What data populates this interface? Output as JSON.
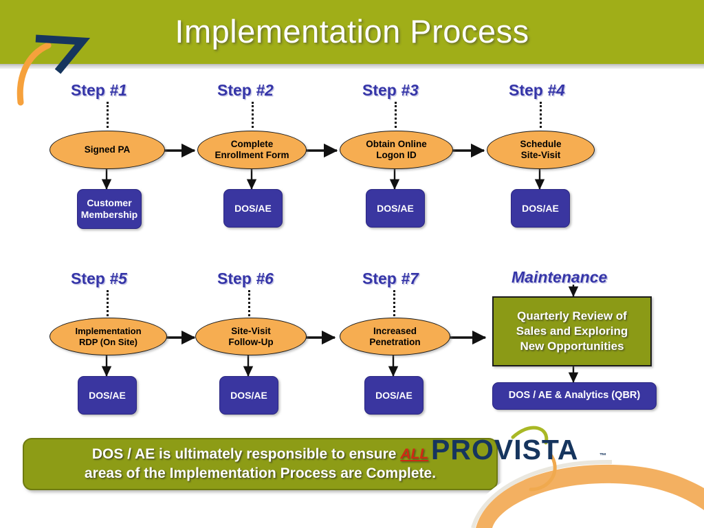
{
  "header": {
    "title": "Implementation Process",
    "logo_icon": "provista-chevron-logo",
    "band_color": "#a0ae18",
    "title_color": "#ffffff"
  },
  "theme": {
    "olive": "#a0ae18",
    "olive_dark": "#8b9a16",
    "orange": "#f6ad51",
    "blue": "#3a36a0",
    "label_blue": "#3535a8",
    "alert_red": "#cf2a14",
    "brand_navy": "#16355e"
  },
  "flow": {
    "steps": [
      {
        "label_prefix": "Step ",
        "label_num": "#1",
        "process": "Signed PA",
        "owner": "Customer\nMembership",
        "owner_line1": "Customer",
        "owner_line2": "Membership"
      },
      {
        "label_prefix": "Step ",
        "label_num": "#2",
        "process_line1": "Complete",
        "process_line2": "Enrollment Form",
        "owner_line1": "DOS/AE",
        "owner_line2": ""
      },
      {
        "label_prefix": "Step ",
        "label_num": "#3",
        "process_line1": "Obtain Online",
        "process_line2": "Logon ID",
        "owner_line1": "DOS/AE",
        "owner_line2": ""
      },
      {
        "label_prefix": "Step ",
        "label_num": "#4",
        "process_line1": "Schedule",
        "process_line2": "Site-Visit",
        "owner_line1": "DOS/AE",
        "owner_line2": ""
      },
      {
        "label_prefix": "Step ",
        "label_num": "#5",
        "process_line1": "Implementation",
        "process_line2": "RDP (On Site)",
        "owner_line1": "DOS/AE",
        "owner_line2": ""
      },
      {
        "label_prefix": "Step ",
        "label_num": "#6",
        "process_line1": "Site-Visit",
        "process_line2": "Follow-Up",
        "owner_line1": "DOS/AE",
        "owner_line2": ""
      },
      {
        "label_prefix": "Step ",
        "label_num": "#7",
        "process_line1": "Increased",
        "process_line2": "Penetration",
        "owner_line1": "DOS/AE",
        "owner_line2": ""
      }
    ],
    "maintenance": {
      "label": "Maintenance",
      "box_line1": "Quarterly Review of",
      "box_line2": "Sales and Exploring",
      "box_line3": "New Opportunities",
      "owner": "DOS / AE & Analytics (QBR)"
    }
  },
  "note": {
    "before": "DOS / AE is ultimately responsible to ensure ",
    "emphasis": "ALL",
    "after": "areas of the Implementation Process are Complete."
  },
  "brand": {
    "name": "PROVISTA",
    "trademark": "™"
  }
}
